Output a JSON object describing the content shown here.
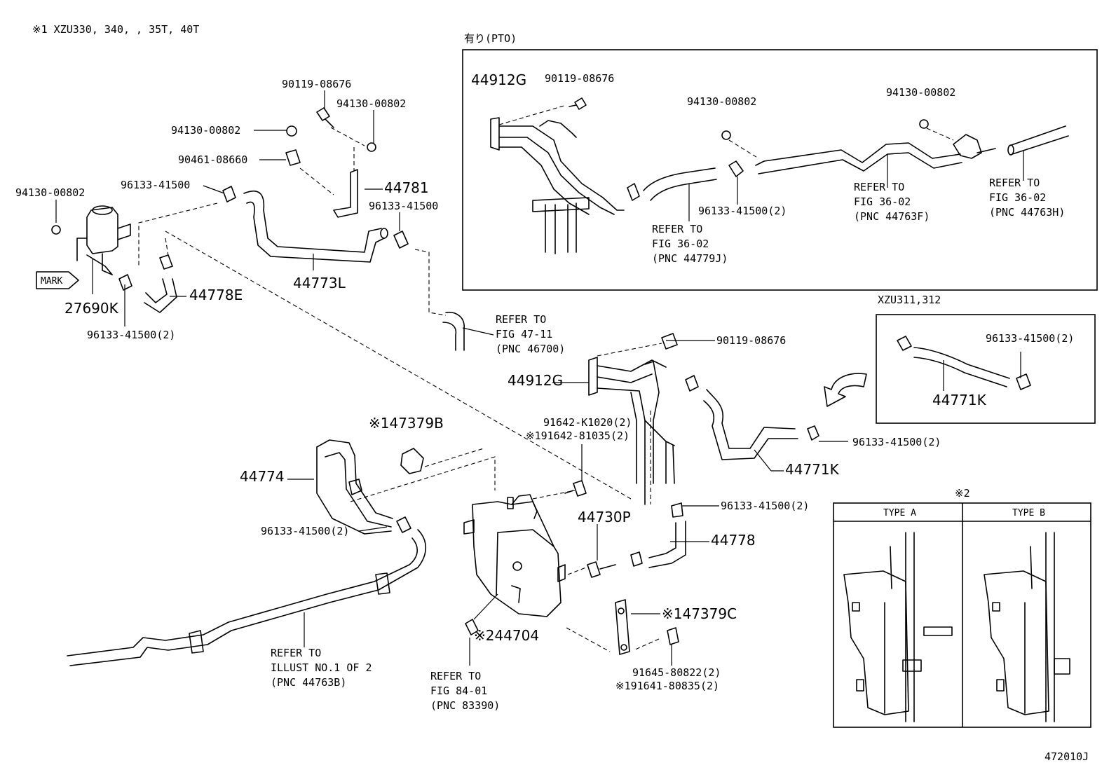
{
  "header_note": "※1 XZU330, 340, , 35T, 40T",
  "figure_code": "472010J",
  "pto_box": {
    "title": "有り(PTO)",
    "labels": {
      "bracket": "44912G",
      "bolt": "90119-08676",
      "nut_a": "94130-00802",
      "nut_b": "94130-00802",
      "clamp": "96133-41500(2)",
      "ref1": [
        "REFER TO",
        "FIG 36-02",
        "(PNC 44779J)"
      ],
      "ref2": [
        "REFER TO",
        "FIG 36-02",
        "(PNC 44763F)"
      ],
      "ref3": [
        "REFER TO",
        "FIG 36-02",
        "(PNC 44763H)"
      ]
    }
  },
  "xzu_box": {
    "title": "XZU311,312",
    "labels": {
      "clamp": "96133-41500(2)",
      "hose": "44771K"
    }
  },
  "type_box": {
    "mark": "※2",
    "col_a": "TYPE A",
    "col_b": "TYPE B"
  },
  "main": {
    "bolt_top": "90119-08676",
    "nut_top": "94130-00802",
    "nut_left": "94130-00802",
    "bolt_left": "90461-08660",
    "bracket_44781": "44781",
    "clamp_top_left": "96133-41500",
    "nut_far_left": "94130-00802",
    "clamp_top_mid": "96133-41500",
    "mark": "MARK",
    "valve": "27690K",
    "hose_44773L": "44773L",
    "hose_44778E": "44778E",
    "clamp_bottom_left": "96133-41500(2)",
    "ref_47_11": [
      "REFER TO",
      "FIG 47-11",
      "(PNC 46700)"
    ],
    "bolt_right": "90119-08676",
    "bracket_44912G": "44912G",
    "clip_47379B": "※147379B",
    "bolt_91642_a": "91642-K1020(2)",
    "bolt_91642_b": "※191642-81035(2)",
    "hose_44774": "44774",
    "clamp_mid_right": "96133-41500(2)",
    "hose_44771K": "44771K",
    "clamp_mid_left": "96133-41500(2)",
    "clamp_44778": "96133-41500(2)",
    "pipe_44730P": "44730P",
    "hose_44778": "44778",
    "clip_47379C": "※147379C",
    "tank_44704": "※244704",
    "bolt_91645": "91645-80822(2)",
    "bolt_91641": "※191641-80835(2)",
    "ref_illust": [
      "REFER TO",
      "ILLUST NO.1 OF 2",
      "(PNC 44763B)"
    ],
    "ref_84_01": [
      "REFER TO",
      "FIG 84-01",
      "(PNC 83390)"
    ]
  }
}
